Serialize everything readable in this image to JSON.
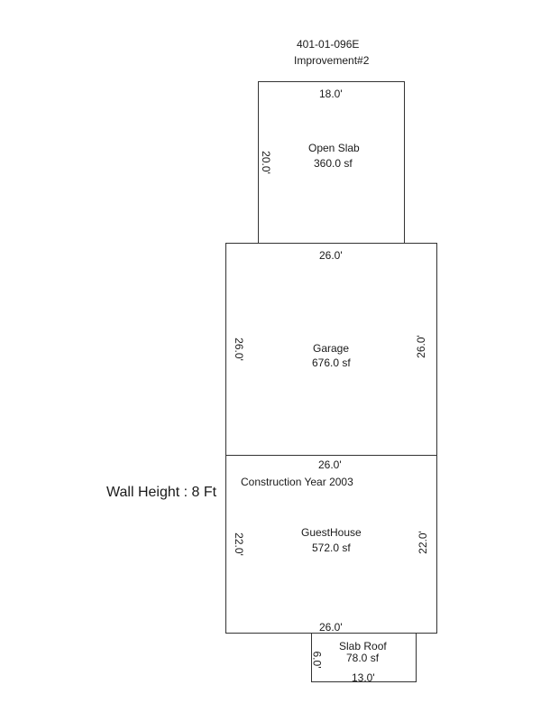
{
  "header": {
    "parcel_id": "401-01-096E",
    "improvement": "Improvement#2"
  },
  "wall_height": "Wall Height : 8 Ft",
  "rooms": {
    "open_slab": {
      "name": "Open Slab",
      "area": "360.0 sf",
      "top_dim": "18.0'",
      "left_dim": "20.0'"
    },
    "garage": {
      "name": "Garage",
      "area": "676.0 sf",
      "top_dim": "26.0'",
      "left_dim": "26.0'",
      "right_dim": "26.0'"
    },
    "guesthouse": {
      "construction_year": "Construction Year 2003",
      "name": "GuestHouse",
      "area": "572.0 sf",
      "top_dim": "26.0'",
      "bottom_dim": "26.0'",
      "left_dim": "22.0'",
      "right_dim": "22.0'"
    },
    "slab_roof": {
      "name": "Slab Roof",
      "area": "78.0 sf",
      "bottom_dim": "13.0'",
      "left_dim": "6.0'"
    }
  }
}
